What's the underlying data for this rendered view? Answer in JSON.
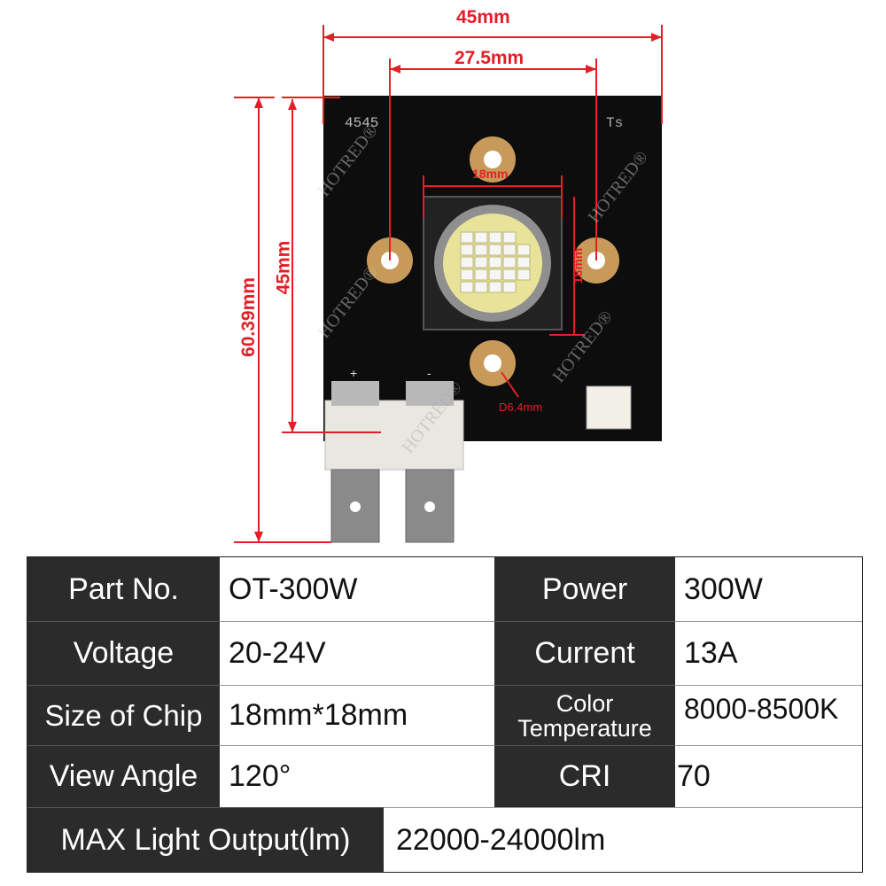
{
  "figure": {
    "dimensions": {
      "board_width": "45mm",
      "mount_hole_spacing": "27.5mm",
      "chip_width": "18mm",
      "chip_height": "18mm",
      "board_height": "45mm",
      "total_height": "60.39mm",
      "hole_diameter": "D6.4mm"
    },
    "pcb_marking_left": "4545",
    "pcb_marking_right": "Ts",
    "terminal_plus": "+",
    "terminal_minus": "-",
    "watermark": "HOTRED®",
    "colors": {
      "dimension_red": "#e41e26",
      "pcb_black": "#0d0d0d",
      "led_yellow": "#e9e39a",
      "copper": "#c89a5a"
    }
  },
  "spec_table": {
    "part_no_label": "Part No.",
    "part_no_value": "OT-300W",
    "power_label": "Power",
    "power_value": "300W",
    "voltage_label": "Voltage",
    "voltage_value": "20-24V",
    "current_label": "Current",
    "current_value": "13A",
    "chip_size_label": "Size of Chip",
    "chip_size_value": "18mm*18mm",
    "color_temp_label_line1": "Color",
    "color_temp_label_line2": "Temperature",
    "color_temp_value": "8000-8500K",
    "view_angle_label": "View Angle",
    "view_angle_value": "120°",
    "cri_label": "CRI",
    "cri_value": "70",
    "max_output_label": "MAX Light Output(lm)",
    "max_output_value": "22000-24000lm"
  }
}
